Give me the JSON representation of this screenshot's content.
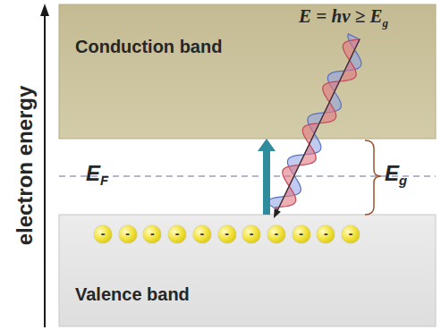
{
  "diagram": {
    "nodes": [
      {
        "text": [
          "Conduction band"
        ]
      },
      {
        "text": [
          "Valence band"
        ]
      },
      {
        "text": [
          "-"
        ],
        "in": 1
      },
      {
        "text": [
          "-"
        ],
        "in": 1
      },
      {
        "text": [
          "-"
        ],
        "in": 1
      },
      {
        "text": [
          "-"
        ],
        "in": 1
      },
      {
        "text": [
          "-"
        ],
        "in": 1
      },
      {
        "text": [
          "-"
        ],
        "in": 1
      },
      {
        "text": [
          "-"
        ],
        "in": 1
      },
      {
        "text": [
          "-"
        ],
        "in": 1
      },
      {
        "text": [
          "-"
        ],
        "in": 1
      },
      {
        "text": [
          "-"
        ],
        "in": 1
      },
      {
        "text": [
          "-"
        ],
        "in": 1
      }
    ],
    "edges": [
      {
        "from": 1,
        "to": 0,
        "arrow": "to"
      }
    ],
    "labels": [
      "electron energy",
      "E",
      "F",
      "E",
      "g",
      "E = hν ≥ E",
      "g"
    ]
  }
}
